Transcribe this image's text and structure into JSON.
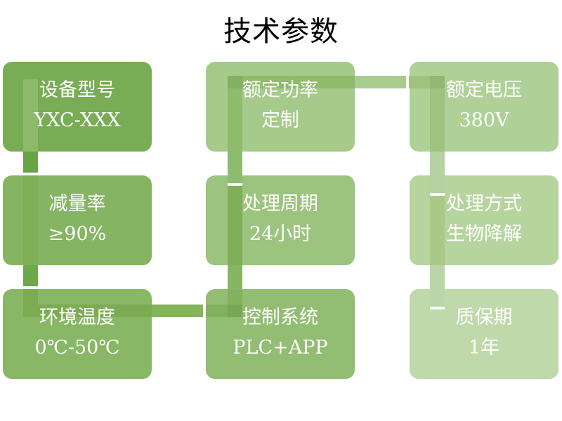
{
  "title": "技术参数",
  "palette": {
    "background": "#ffffff",
    "title_text": "#000000",
    "box_text": "#ffffff",
    "seam": "#ffffff"
  },
  "boxes": [
    {
      "label": "设备型号",
      "value": "YXC-XXX",
      "color": "#79ad55"
    },
    {
      "label": "额定功率",
      "value": "定制",
      "color": "#a6ca8a"
    },
    {
      "label": "额定电压",
      "value": "380V",
      "color": "#afd096"
    },
    {
      "label": "减量率",
      "value": "≥90%",
      "color": "#85b563"
    },
    {
      "label": "处理周期",
      "value": "24小时",
      "color": "#9cc47e"
    },
    {
      "label": "处理方式",
      "value": "生物降解",
      "color": "#b6d49e"
    },
    {
      "label": "环境温度",
      "value": "0℃-50℃",
      "color": "#88b765"
    },
    {
      "label": "控制系统",
      "value": "PLC+APP",
      "color": "#92bd72"
    },
    {
      "label": "质保期",
      "value": "1年",
      "color": "#bfd9aa"
    }
  ],
  "connector": {
    "colors": {
      "col1_box1": "#8db96a",
      "col1_gap1": "#68a446",
      "col1_box4": "#7fb058",
      "col1_gap2": "#6fa74b",
      "col1_box7": "#7cab53",
      "h3_box7": "#7cab53",
      "h3_gap": "#84b45c",
      "h3_box8": "#83b25e",
      "h3_cross": "#79a854",
      "col2_box8": "#83b25e",
      "col2_gap2": "#86b663",
      "col2_box5": "#80af5a",
      "col2_gap1": "#8dbb6f",
      "col2_box2": "#90ba6c",
      "h1_cross2": "#85af62",
      "h1_box2": "#90ba6c",
      "h1_gap": "#a9cb8e",
      "h1_box3": "#9ec380",
      "h1_cross3": "#93b873",
      "col3_box3": "#9fc280",
      "col3_gap1": "#b4d3a0",
      "col3_box6": "#a9c989",
      "col3_gap2": "#bad5a7"
    }
  }
}
